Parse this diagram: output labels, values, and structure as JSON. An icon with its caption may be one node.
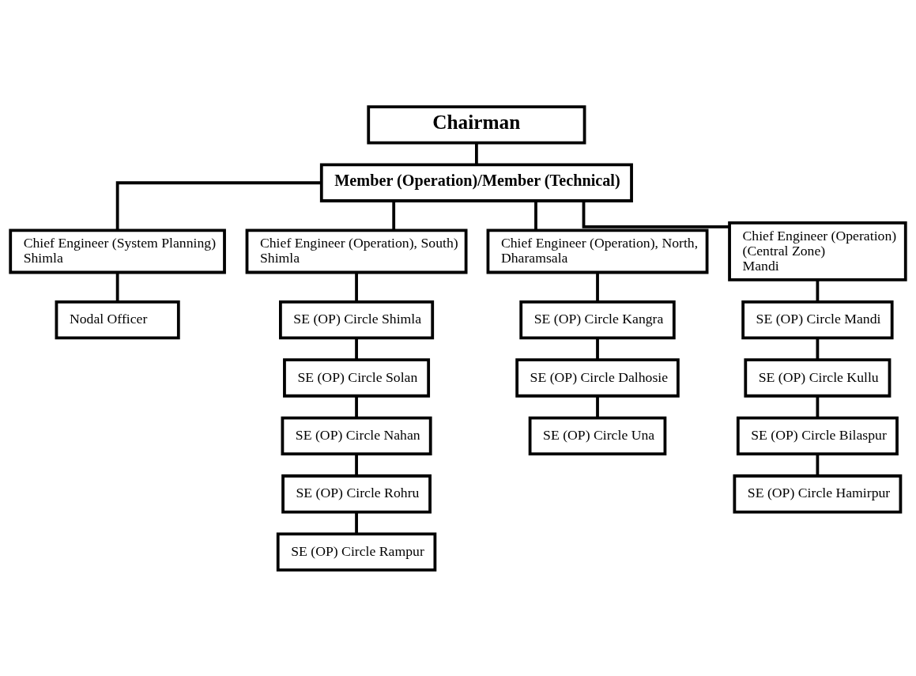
{
  "diagram": {
    "nodes": [
      {
        "text": [
          "Chairman"
        ]
      },
      {
        "text": [
          "Member (Operation)/Member (Technical)"
        ]
      },
      {
        "text": [
          "Chief Engineer (System Planning)",
          "Shimla"
        ]
      },
      {
        "text": [
          "Chief Engineer (Operation), South)",
          "Shimla"
        ]
      },
      {
        "text": [
          "Chief Engineer (Operation), North,",
          "Dharamsala"
        ]
      },
      {
        "text": [
          "Chief Engineer (Operation)",
          "(Central Zone)",
          "Mandi"
        ]
      },
      {
        "text": [
          "Nodal Officer"
        ]
      },
      {
        "text": [
          "SE (OP) Circle Shimla"
        ]
      },
      {
        "text": [
          "SE (OP) Circle Solan"
        ]
      },
      {
        "text": [
          "SE (OP) Circle Nahan"
        ]
      },
      {
        "text": [
          "SE (OP) Circle Rohru"
        ]
      },
      {
        "text": [
          "SE (OP) Circle Rampur"
        ]
      },
      {
        "text": [
          "SE (OP) Circle Kangra"
        ]
      },
      {
        "text": [
          "SE (OP) Circle Dalhosie"
        ]
      },
      {
        "text": [
          "SE (OP) Circle Una"
        ]
      },
      {
        "text": [
          "SE (OP) Circle Mandi"
        ]
      },
      {
        "text": [
          "SE (OP) Circle Kullu"
        ]
      },
      {
        "text": [
          "SE (OP) Circle Bilaspur"
        ]
      },
      {
        "text": [
          "SE (OP) Circle Hamirpur"
        ]
      }
    ],
    "edges": [
      {
        "from": 0,
        "to": 1,
        "arrow": "none"
      },
      {
        "from": 1,
        "to": 2,
        "arrow": "none"
      },
      {
        "from": 1,
        "to": 3,
        "arrow": "none"
      },
      {
        "from": 1,
        "to": 4,
        "arrow": "none"
      },
      {
        "from": 1,
        "to": 5,
        "arrow": "none"
      },
      {
        "from": 2,
        "to": 6,
        "arrow": "none"
      },
      {
        "from": 3,
        "to": 7,
        "arrow": "none"
      },
      {
        "from": 7,
        "to": 8,
        "arrow": "none"
      },
      {
        "from": 8,
        "to": 9,
        "arrow": "none"
      },
      {
        "from": 9,
        "to": 10,
        "arrow": "none"
      },
      {
        "from": 10,
        "to": 11,
        "arrow": "none"
      },
      {
        "from": 4,
        "to": 12,
        "arrow": "none"
      },
      {
        "from": 12,
        "to": 13,
        "arrow": "none"
      },
      {
        "from": 13,
        "to": 14,
        "arrow": "none"
      },
      {
        "from": 5,
        "to": 15,
        "arrow": "none"
      },
      {
        "from": 15,
        "to": 16,
        "arrow": "none"
      },
      {
        "from": 16,
        "to": 17,
        "arrow": "none"
      },
      {
        "from": 17,
        "to": 18,
        "arrow": "none"
      }
    ]
  }
}
